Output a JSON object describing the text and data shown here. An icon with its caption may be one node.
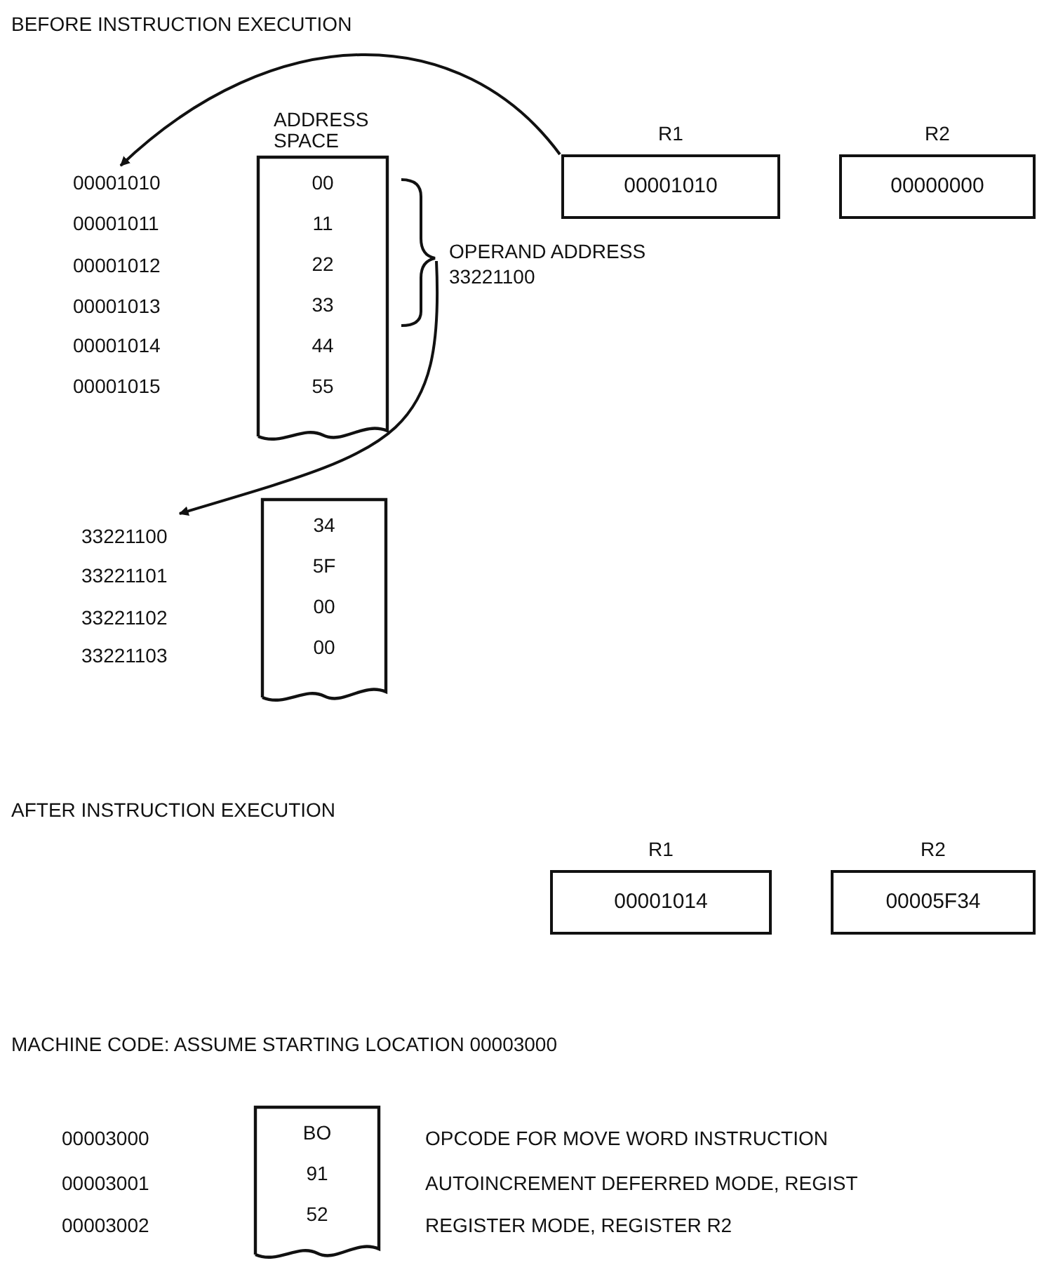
{
  "diagram": {
    "nodes": [
      {
        "text": [
          "ADDRESS SPACE",
          "00",
          "11",
          "22",
          "33",
          "44",
          "55"
        ]
      },
      {
        "text": [
          "R1",
          "00001010"
        ]
      },
      {
        "text": [
          "R2",
          "00000000"
        ]
      },
      {
        "text": [
          "00001010"
        ]
      },
      {
        "text": [
          "OPERAND ADDRESS 33221100"
        ]
      },
      {
        "text": [
          "33221100"
        ]
      },
      {
        "text": [
          "34",
          "5F",
          "00",
          "00"
        ]
      },
      {
        "text": [
          "R1",
          "00001014"
        ]
      },
      {
        "text": [
          "R2",
          "00005F34"
        ]
      },
      {
        "text": [
          "BO",
          "91",
          "52"
        ]
      }
    ],
    "edges": [
      {
        "from": 1,
        "to": 3,
        "arrow": "to"
      },
      {
        "from": 4,
        "to": 5,
        "arrow": "to"
      }
    ],
    "labels": [
      "BEFORE INSTRUCTION EXECUTION",
      "00001011",
      "00001012",
      "00001013",
      "00001014",
      "00001015",
      "33221101",
      "33221102",
      "33221103",
      "AFTER INSTRUCTION EXECUTION",
      "MACHINE CODE: ASSUME STARTING LOCATION 00003000",
      "00003000",
      "OPCODE FOR MOVE WORD INSTRUCTION",
      "00003001",
      "AUTOINCREMENT DEFERRED MODE, REGIST",
      "00003002",
      "REGISTER MODE, REGISTER R2"
    ]
  }
}
